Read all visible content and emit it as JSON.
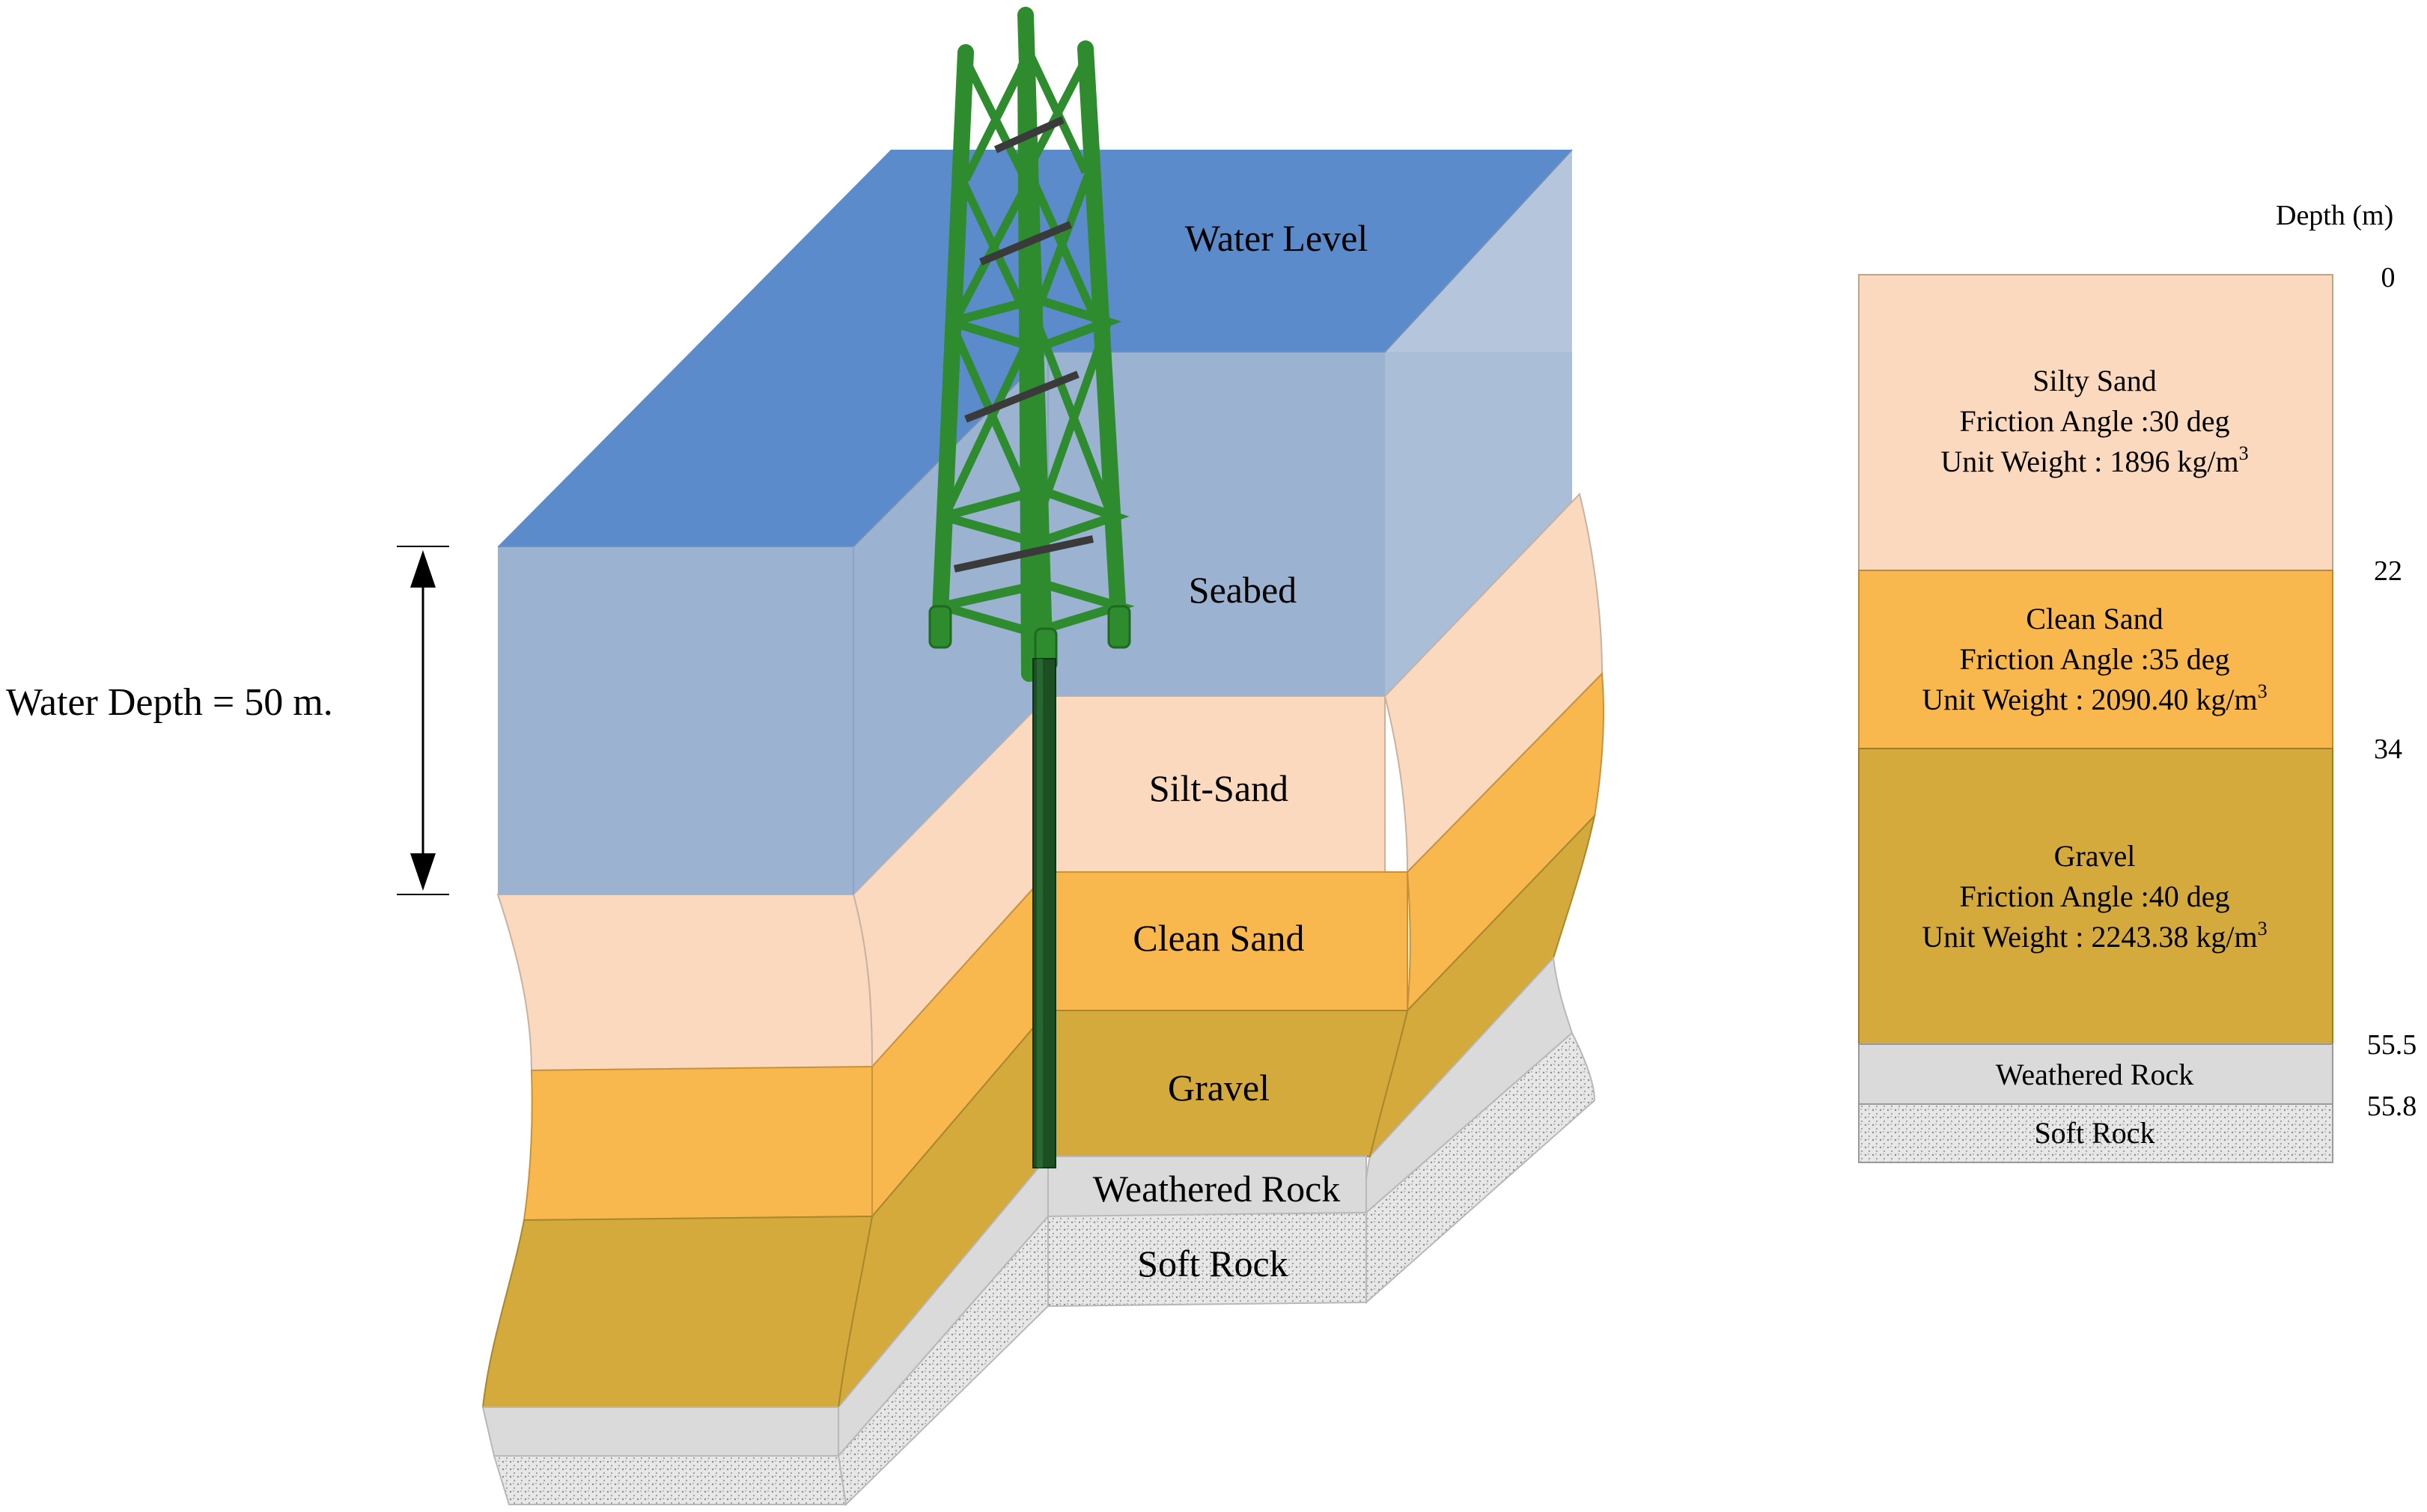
{
  "water_depth_label": "Water Depth = 50 m.",
  "block_labels": {
    "water_level": "Water Level",
    "seabed": "Seabed",
    "silt_sand": "Silt-Sand",
    "clean_sand": "Clean Sand",
    "gravel": "Gravel",
    "weathered_rock": "Weathered Rock",
    "soft_rock": "Soft Rock"
  },
  "soil_column": {
    "header": "Depth (m)",
    "depths": [
      "0",
      "22",
      "34",
      "55.5",
      "55.8"
    ],
    "layers": [
      {
        "name": "Silty Sand",
        "friction": "Friction Angle  :30 deg",
        "weight": "Unit Weight : 1896 kg/m",
        "weight_sup": "3",
        "color": "#fad9bf"
      },
      {
        "name": "Clean Sand",
        "friction": "Friction Angle  :35 deg",
        "weight": "Unit Weight : 2090.40 kg/m",
        "weight_sup": "3",
        "color": "#f8b84e"
      },
      {
        "name": "Gravel",
        "friction": "Friction Angle  :40 deg",
        "weight": "Unit Weight : 2243.38 kg/m",
        "weight_sup": "3",
        "color": "#d4aa3c"
      },
      {
        "name": "Weathered Rock",
        "color": "#dadada"
      },
      {
        "name": "Soft Rock",
        "color": "#e6e6e6"
      }
    ]
  },
  "colors": {
    "water_top": "#5b8bca",
    "water_side": "#9cb3d2",
    "water_back": "#b4c5dc",
    "silt_sand": "#fad9bf",
    "clean_sand": "#f8b84e",
    "gravel": "#d4aa3c",
    "weathered_rock": "#dadada",
    "soft_rock": "#e6e6e6",
    "jacket": "#2e8b2e",
    "pile": "#1d4f25"
  }
}
